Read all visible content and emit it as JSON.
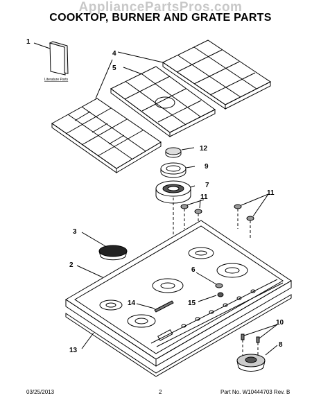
{
  "watermark": "AppliancePartsPros.com",
  "title": "COOKTOP, BURNER AND GRATE PARTS",
  "literature_label": "Literature Parts",
  "callouts": {
    "c1": "1",
    "c2": "2",
    "c3": "3",
    "c4": "4",
    "c5": "5",
    "c6": "6",
    "c7": "7",
    "c8": "8",
    "c9": "9",
    "c10": "10",
    "c11a": "11",
    "c11b": "11",
    "c12": "12",
    "c13": "13",
    "c14": "14",
    "c15": "15"
  },
  "footer": {
    "date": "03/25/2013",
    "page": "2",
    "part": "Part No.  W10444703   Rev.  B"
  }
}
